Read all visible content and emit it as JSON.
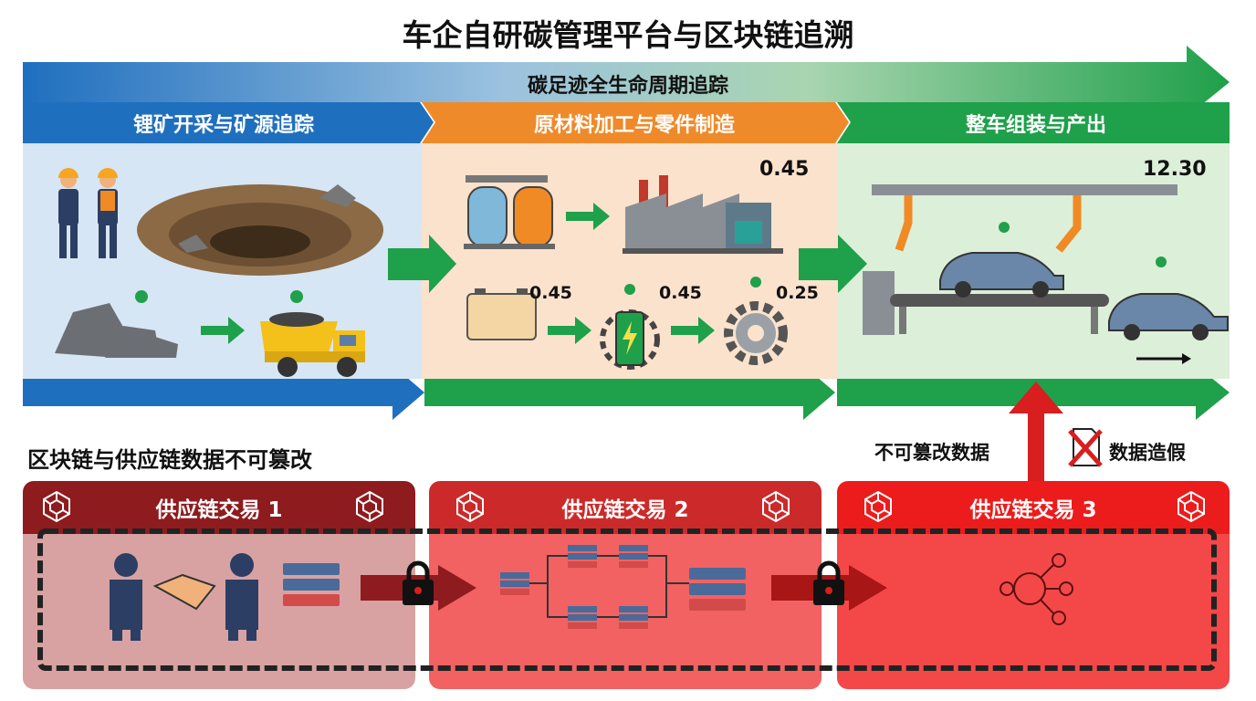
{
  "title": "车企自研碳管理平台与区块链追溯",
  "lifecycle_band": "碳足迹全生命周期追踪",
  "stages": [
    {
      "label": "锂矿开采与矿源追踪",
      "color": "#1f6fbf",
      "panel_color": "#d6e6f4"
    },
    {
      "label": "原材料加工与零件制造",
      "color": "#ef8a2a",
      "panel_color": "#fbe2cc"
    },
    {
      "label": "整车组装与产出",
      "color": "#1fa04a",
      "panel_color": "#dcefd9"
    }
  ],
  "values": {
    "factory": "0.45",
    "assembly": "12.30",
    "battery": "0.45",
    "cell": "0.45",
    "gear": "0.25"
  },
  "blockchain": {
    "section_title": "区块链与供应链数据不可篡改",
    "immutable_label": "不可篡改数据",
    "fraud_label": "数据造假",
    "transactions": [
      {
        "label": "供应链交易 1",
        "header_color": "#8e1b1e",
        "body_color": "#d9a2a2"
      },
      {
        "label": "供应链交易 2",
        "header_color": "#cc2a2a",
        "body_color": "#f26262"
      },
      {
        "label": "供应链交易 3",
        "header_color": "#ec1c1c",
        "body_color": "#f44848"
      }
    ]
  }
}
